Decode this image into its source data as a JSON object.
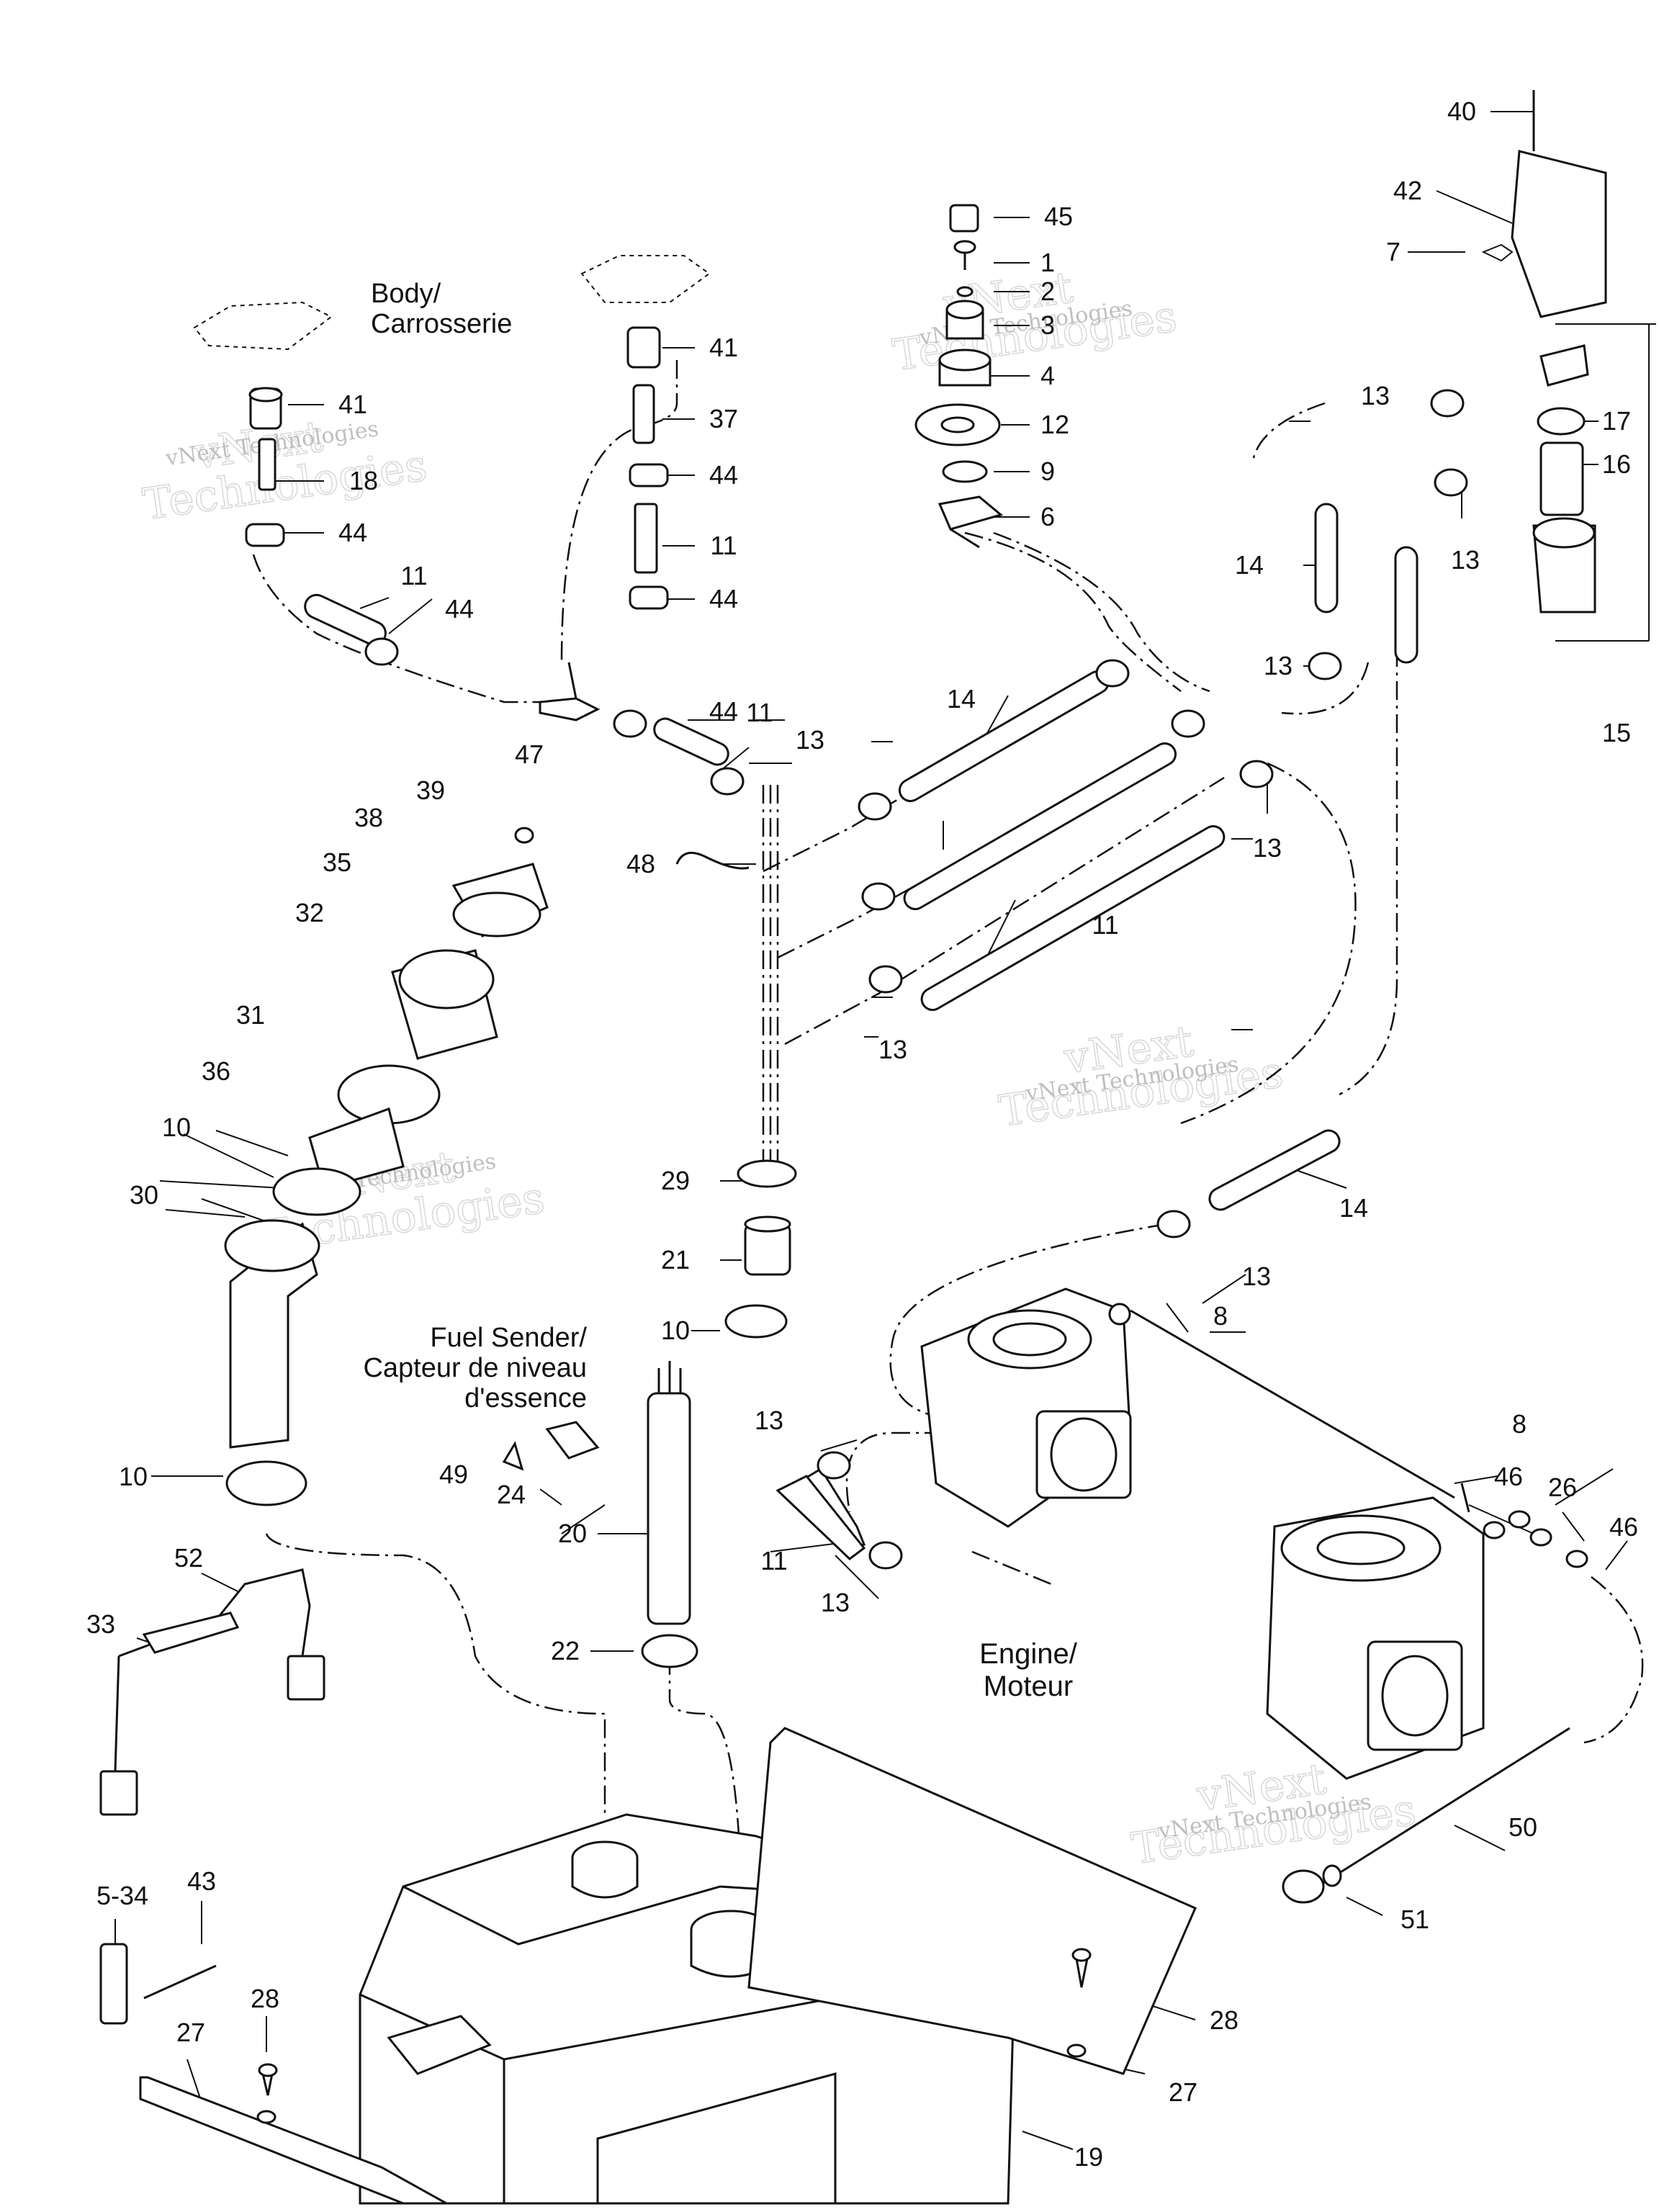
{
  "callouts": {
    "n1": "1",
    "n2": "2",
    "n3": "3",
    "n4": "4",
    "n5_34": "5-34",
    "n6": "6",
    "n7": "7",
    "n8a": "8",
    "n8b": "8",
    "n9": "9",
    "n10a": "10",
    "n10b": "10",
    "n10c": "10",
    "n11a": "11",
    "n11b": "11",
    "n11c": "11",
    "n11d": "11",
    "n11e": "11",
    "n12": "12",
    "n13a": "13",
    "n13b": "13",
    "n13c": "13",
    "n13d": "13",
    "n13e": "13",
    "n13f": "13",
    "n13g": "13",
    "n13h": "13",
    "n13i": "13",
    "n14a": "14",
    "n14b": "14",
    "n14c": "14",
    "n15": "15",
    "n16": "16",
    "n17": "17",
    "n18": "18",
    "n19": "19",
    "n20": "20",
    "n21": "21",
    "n22": "22",
    "n24": "24",
    "n26": "26",
    "n27a": "27",
    "n27b": "27",
    "n28a": "28",
    "n28b": "28",
    "n29": "29",
    "n30": "30",
    "n31": "31",
    "n32": "32",
    "n33": "33",
    "n35": "35",
    "n36": "36",
    "n37": "37",
    "n38": "38",
    "n39": "39",
    "n40": "40",
    "n41a": "41",
    "n41b": "41",
    "n42": "42",
    "n43": "43",
    "n44a": "44",
    "n44b": "44",
    "n44c": "44",
    "n44d": "44",
    "n44e": "44",
    "n45": "45",
    "n46a": "46",
    "n46b": "46",
    "n47": "47",
    "n48": "48",
    "n49": "49",
    "n50": "50",
    "n51": "51",
    "n52": "52"
  },
  "captions": {
    "body_line1": "Body/",
    "body_line2": "Carrosserie",
    "fuel_sender_line1": "Fuel Sender/",
    "fuel_sender_line2": "Capteur de niveau",
    "fuel_sender_line3": "d'essence",
    "engine_line1": "Engine/",
    "engine_line2": "Moteur"
  },
  "watermark": {
    "line1": "vNext Technologies",
    "big_line1": "vNext",
    "big_line2": "Technologies"
  }
}
